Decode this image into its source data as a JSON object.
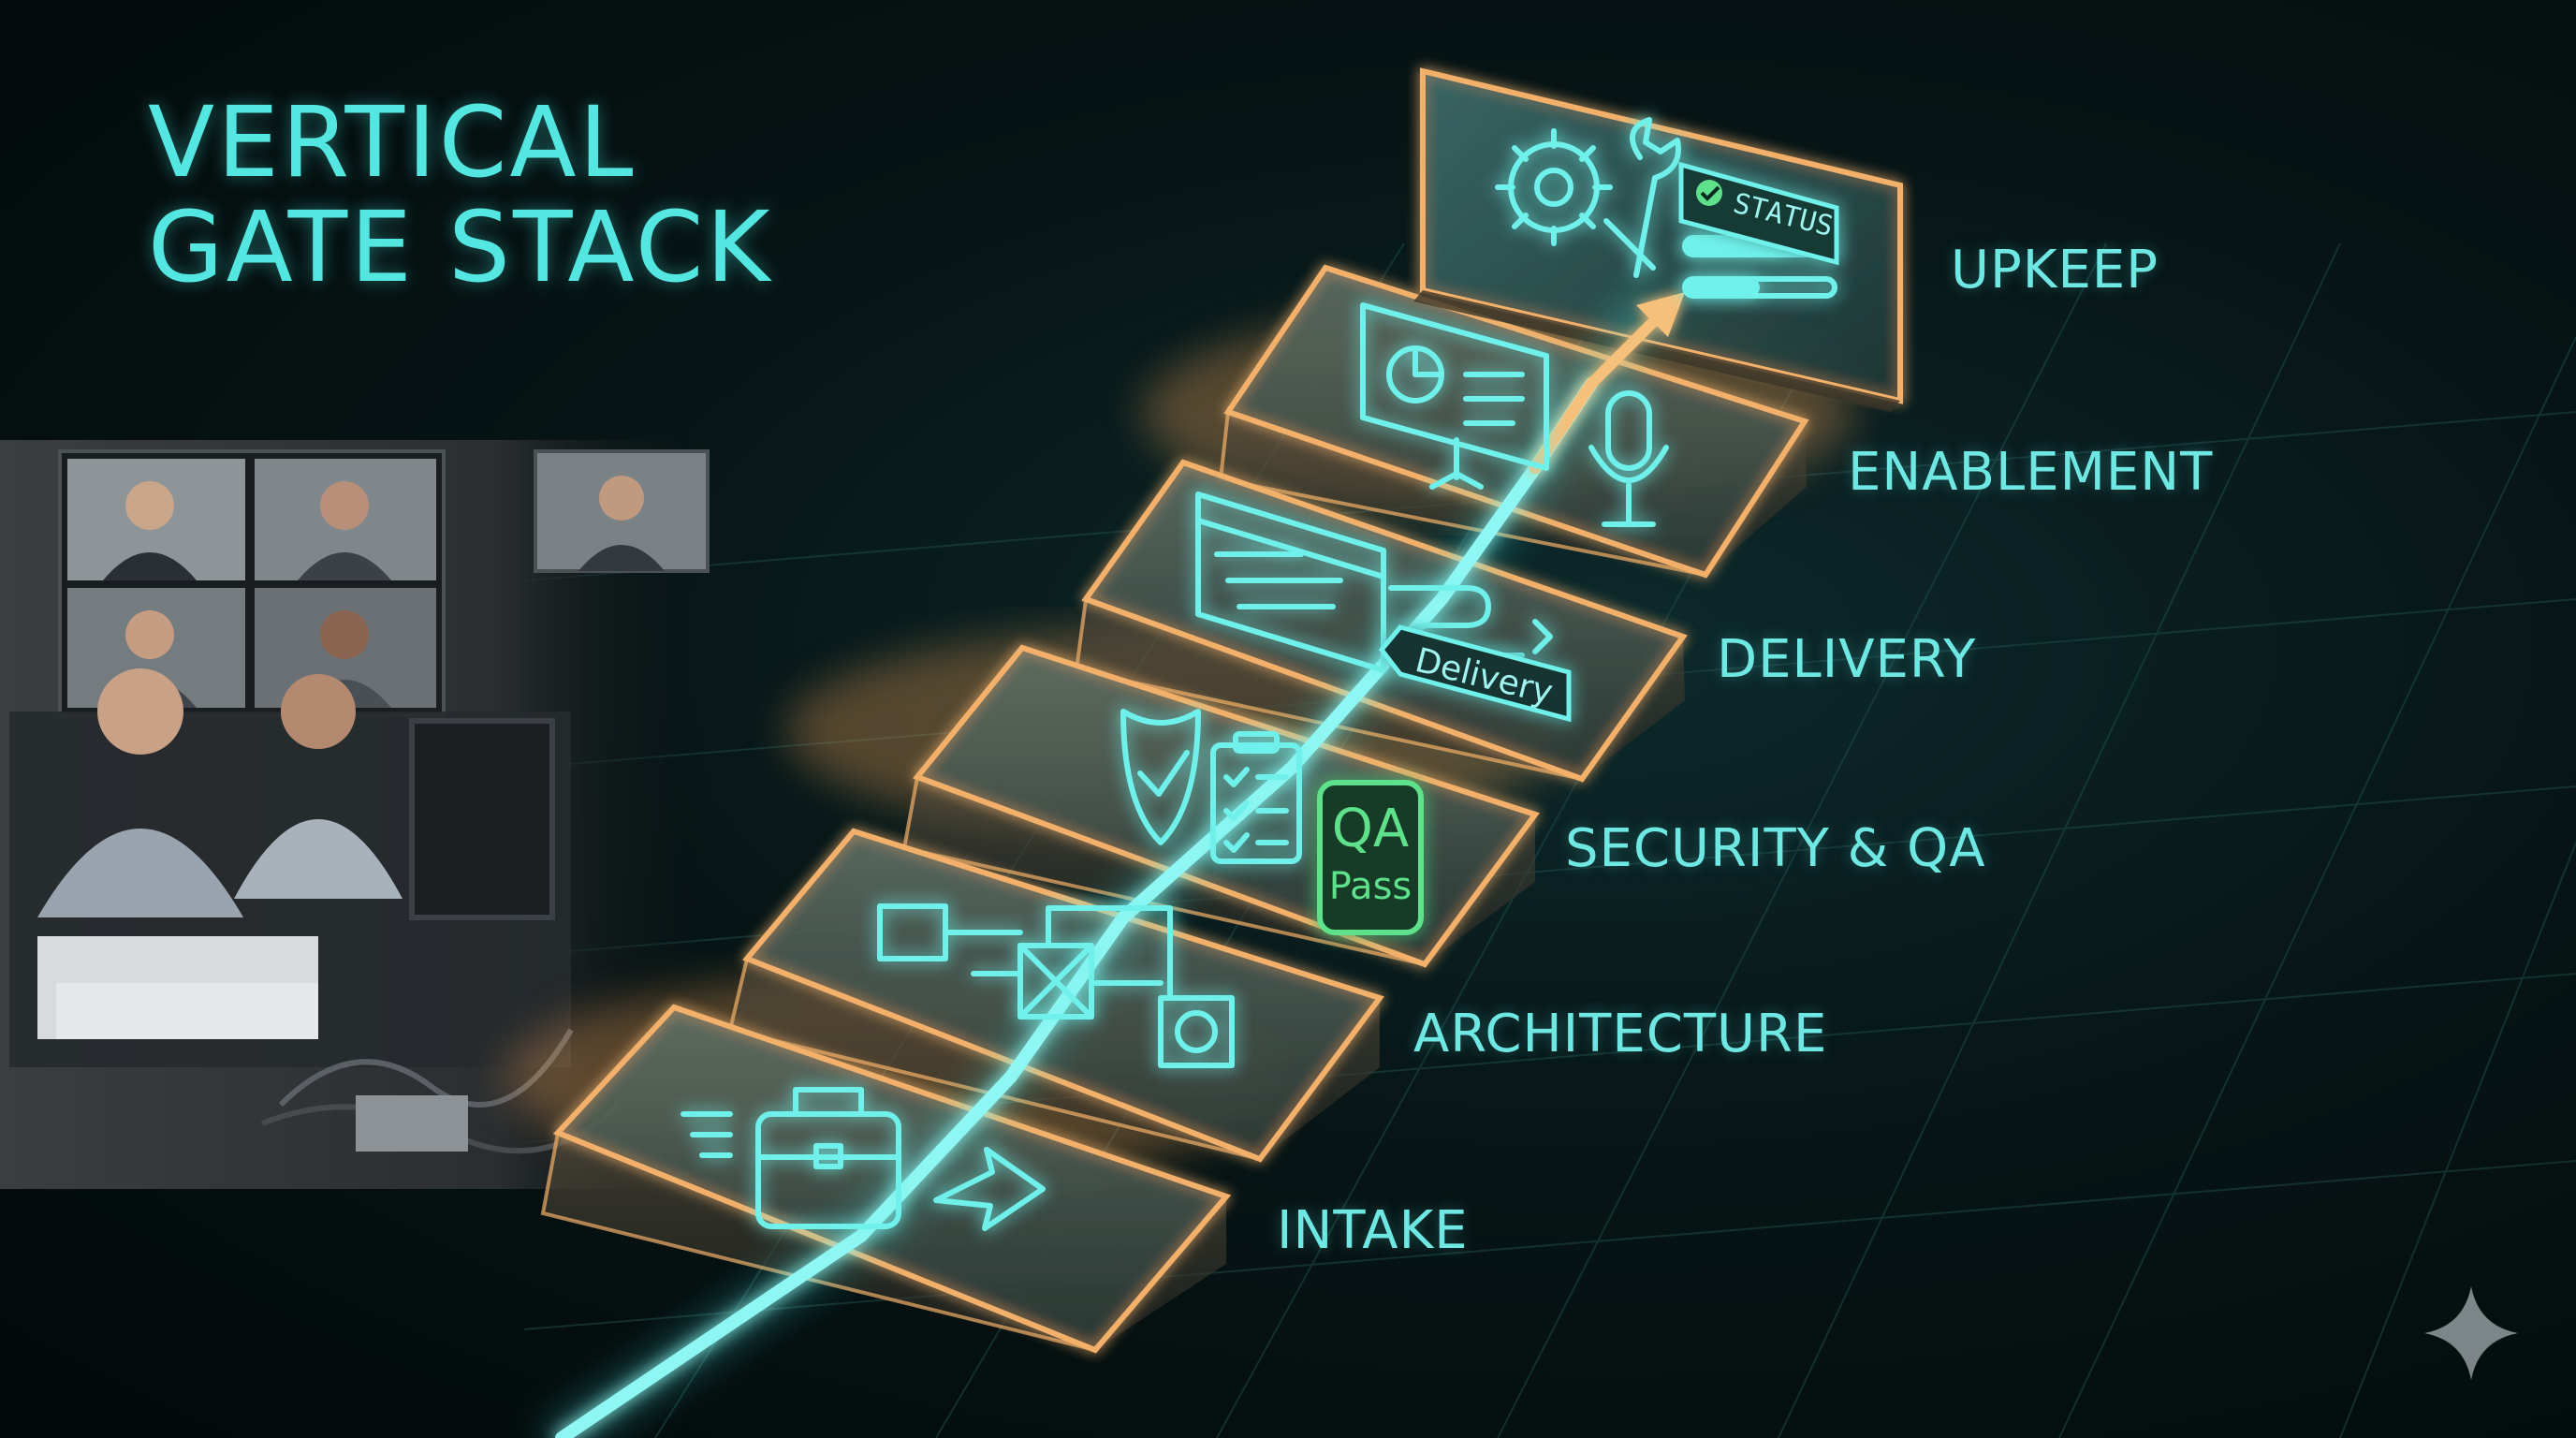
{
  "title": {
    "line1": "VERTICAL",
    "line2": "GATE STACK"
  },
  "stages": [
    {
      "label": "INTAKE",
      "icons": [
        "briefcase-icon",
        "arrow-icon"
      ]
    },
    {
      "label": "ARCHITECTURE",
      "icons": [
        "architecture-diagram-icon"
      ]
    },
    {
      "label": "SECURITY & QA",
      "icons": [
        "shield-check-icon",
        "checklist-icon"
      ],
      "badge": [
        "QA",
        "Pass"
      ]
    },
    {
      "label": "DELIVERY",
      "icons": [
        "code-window-icon"
      ],
      "tag": "Delivery"
    },
    {
      "label": "ENABLEMENT",
      "icons": [
        "presentation-board-icon",
        "microphone-icon"
      ]
    },
    {
      "label": "UPKEEP",
      "icons": [
        "gear-wrench-icon"
      ],
      "status": "STATUS"
    }
  ],
  "colors": {
    "accent": "#54e6e0",
    "gate_edge": "#f2b06a",
    "path": "#47f0ea",
    "qa_badge": "#5ee08a",
    "background": "#061212"
  },
  "photo_panel": {
    "icons": [
      "video-call-grid",
      "stressed-office-team"
    ]
  },
  "corner_icon": "sparkle-icon"
}
